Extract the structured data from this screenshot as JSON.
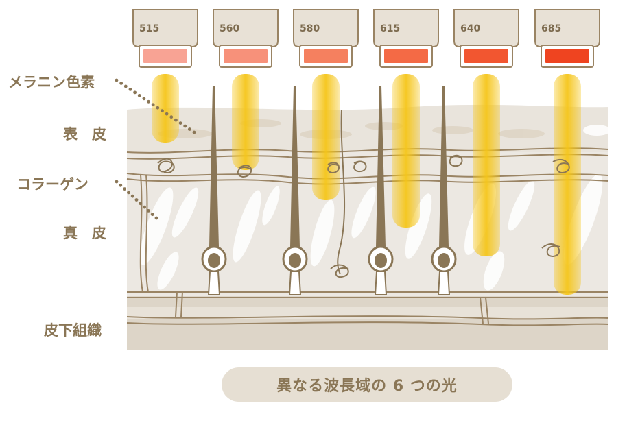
{
  "layers": {
    "melanin": "メラニン色素",
    "epidermis": "表　皮",
    "collagen": "コラーゲン",
    "dermis": "真　皮",
    "subcutaneous": "皮下組織"
  },
  "wavelengths": [
    {
      "nm": "515",
      "color": "#f8a394"
    },
    {
      "nm": "560",
      "color": "#f7917a"
    },
    {
      "nm": "580",
      "color": "#f5805f"
    },
    {
      "nm": "615",
      "color": "#f46a45"
    },
    {
      "nm": "640",
      "color": "#f25630"
    },
    {
      "nm": "685",
      "color": "#ef4420"
    }
  ],
  "caption": "異なる波長域の 6 つの光",
  "colors": {
    "label": "#8a7656",
    "skin_band": "#e9e4dc",
    "dermis_bg": "#ece8e2",
    "subcutaneous": "#ddd5c8",
    "line": "#9a8464",
    "hair": "#8a7656",
    "beam": "#f5c518",
    "device_body": "#e8e1d6",
    "device_border": "#9a8464",
    "caption_bg": "#e6dfd3"
  }
}
